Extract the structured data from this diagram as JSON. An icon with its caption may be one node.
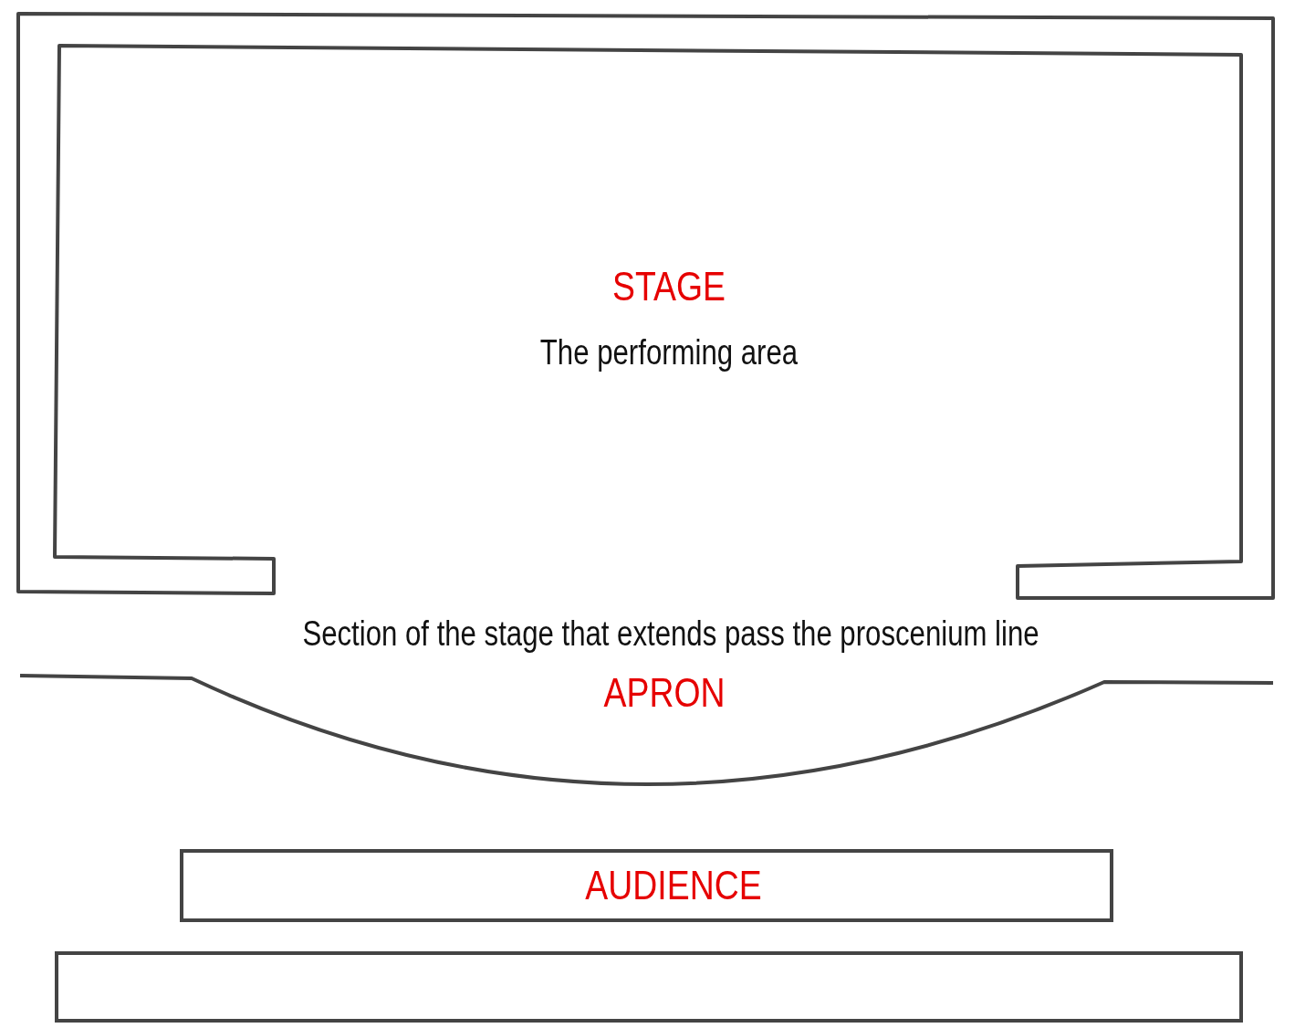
{
  "diagram": {
    "nodes": [
      {
        "text": [
          "STAGE",
          "The performing area"
        ]
      },
      {
        "text": [
          "Section of the stage that extends pass the proscenium line",
          "APRON"
        ]
      },
      {
        "text": [
          "AUDIENCE"
        ]
      },
      {
        "text": [],
        "shape": "bar"
      }
    ]
  }
}
